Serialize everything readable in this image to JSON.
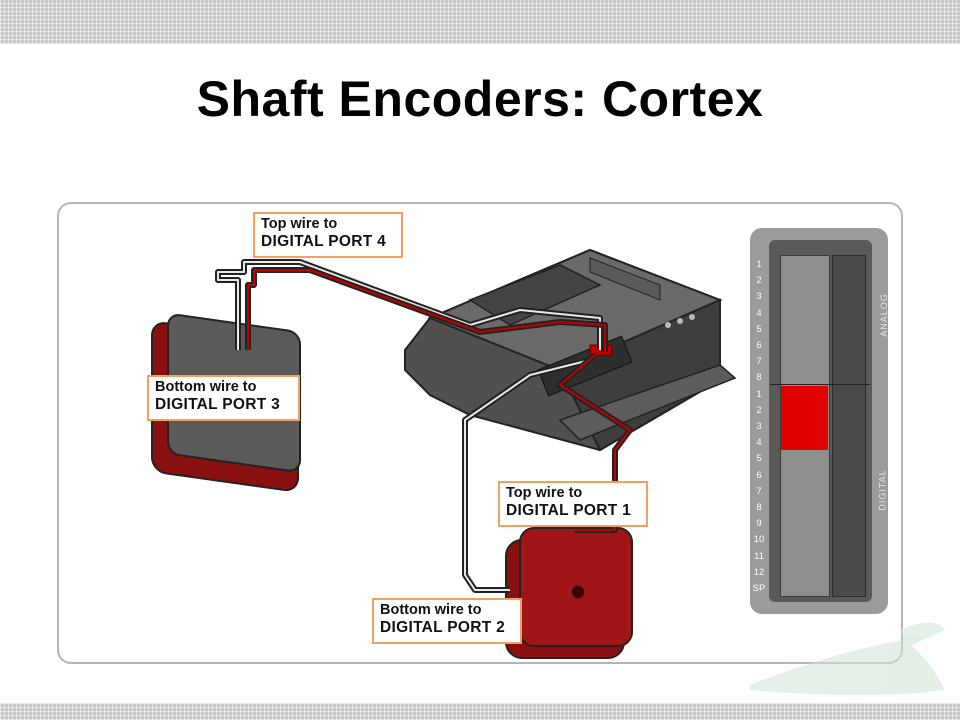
{
  "title": "Shaft Encoders: Cortex",
  "callouts": {
    "top_port4": {
      "line1": "Top wire to",
      "line2": "DIGITAL PORT 4"
    },
    "bottom_port3": {
      "line1": "Bottom wire to",
      "line2": "DIGITAL PORT 3"
    },
    "top_port1": {
      "line1": "Top wire to",
      "line2": "DIGITAL PORT 1"
    },
    "bottom_port2": {
      "line1": "Bottom wire to",
      "line2": "DIGITAL PORT 2"
    }
  },
  "port_rail": {
    "analog_label": "ANALOG",
    "digital_label": "DIGITAL",
    "analog_ports": [
      "1",
      "2",
      "3",
      "4",
      "5",
      "6",
      "7",
      "8"
    ],
    "digital_ports": [
      "1",
      "2",
      "3",
      "4",
      "5",
      "6",
      "7",
      "8",
      "9",
      "10",
      "11",
      "12",
      "SP"
    ]
  },
  "colors": {
    "callout_border": "#f0a060",
    "highlight_ports": "#e00000",
    "encoder_body": "#8a1010",
    "cortex_body": "#555555"
  }
}
